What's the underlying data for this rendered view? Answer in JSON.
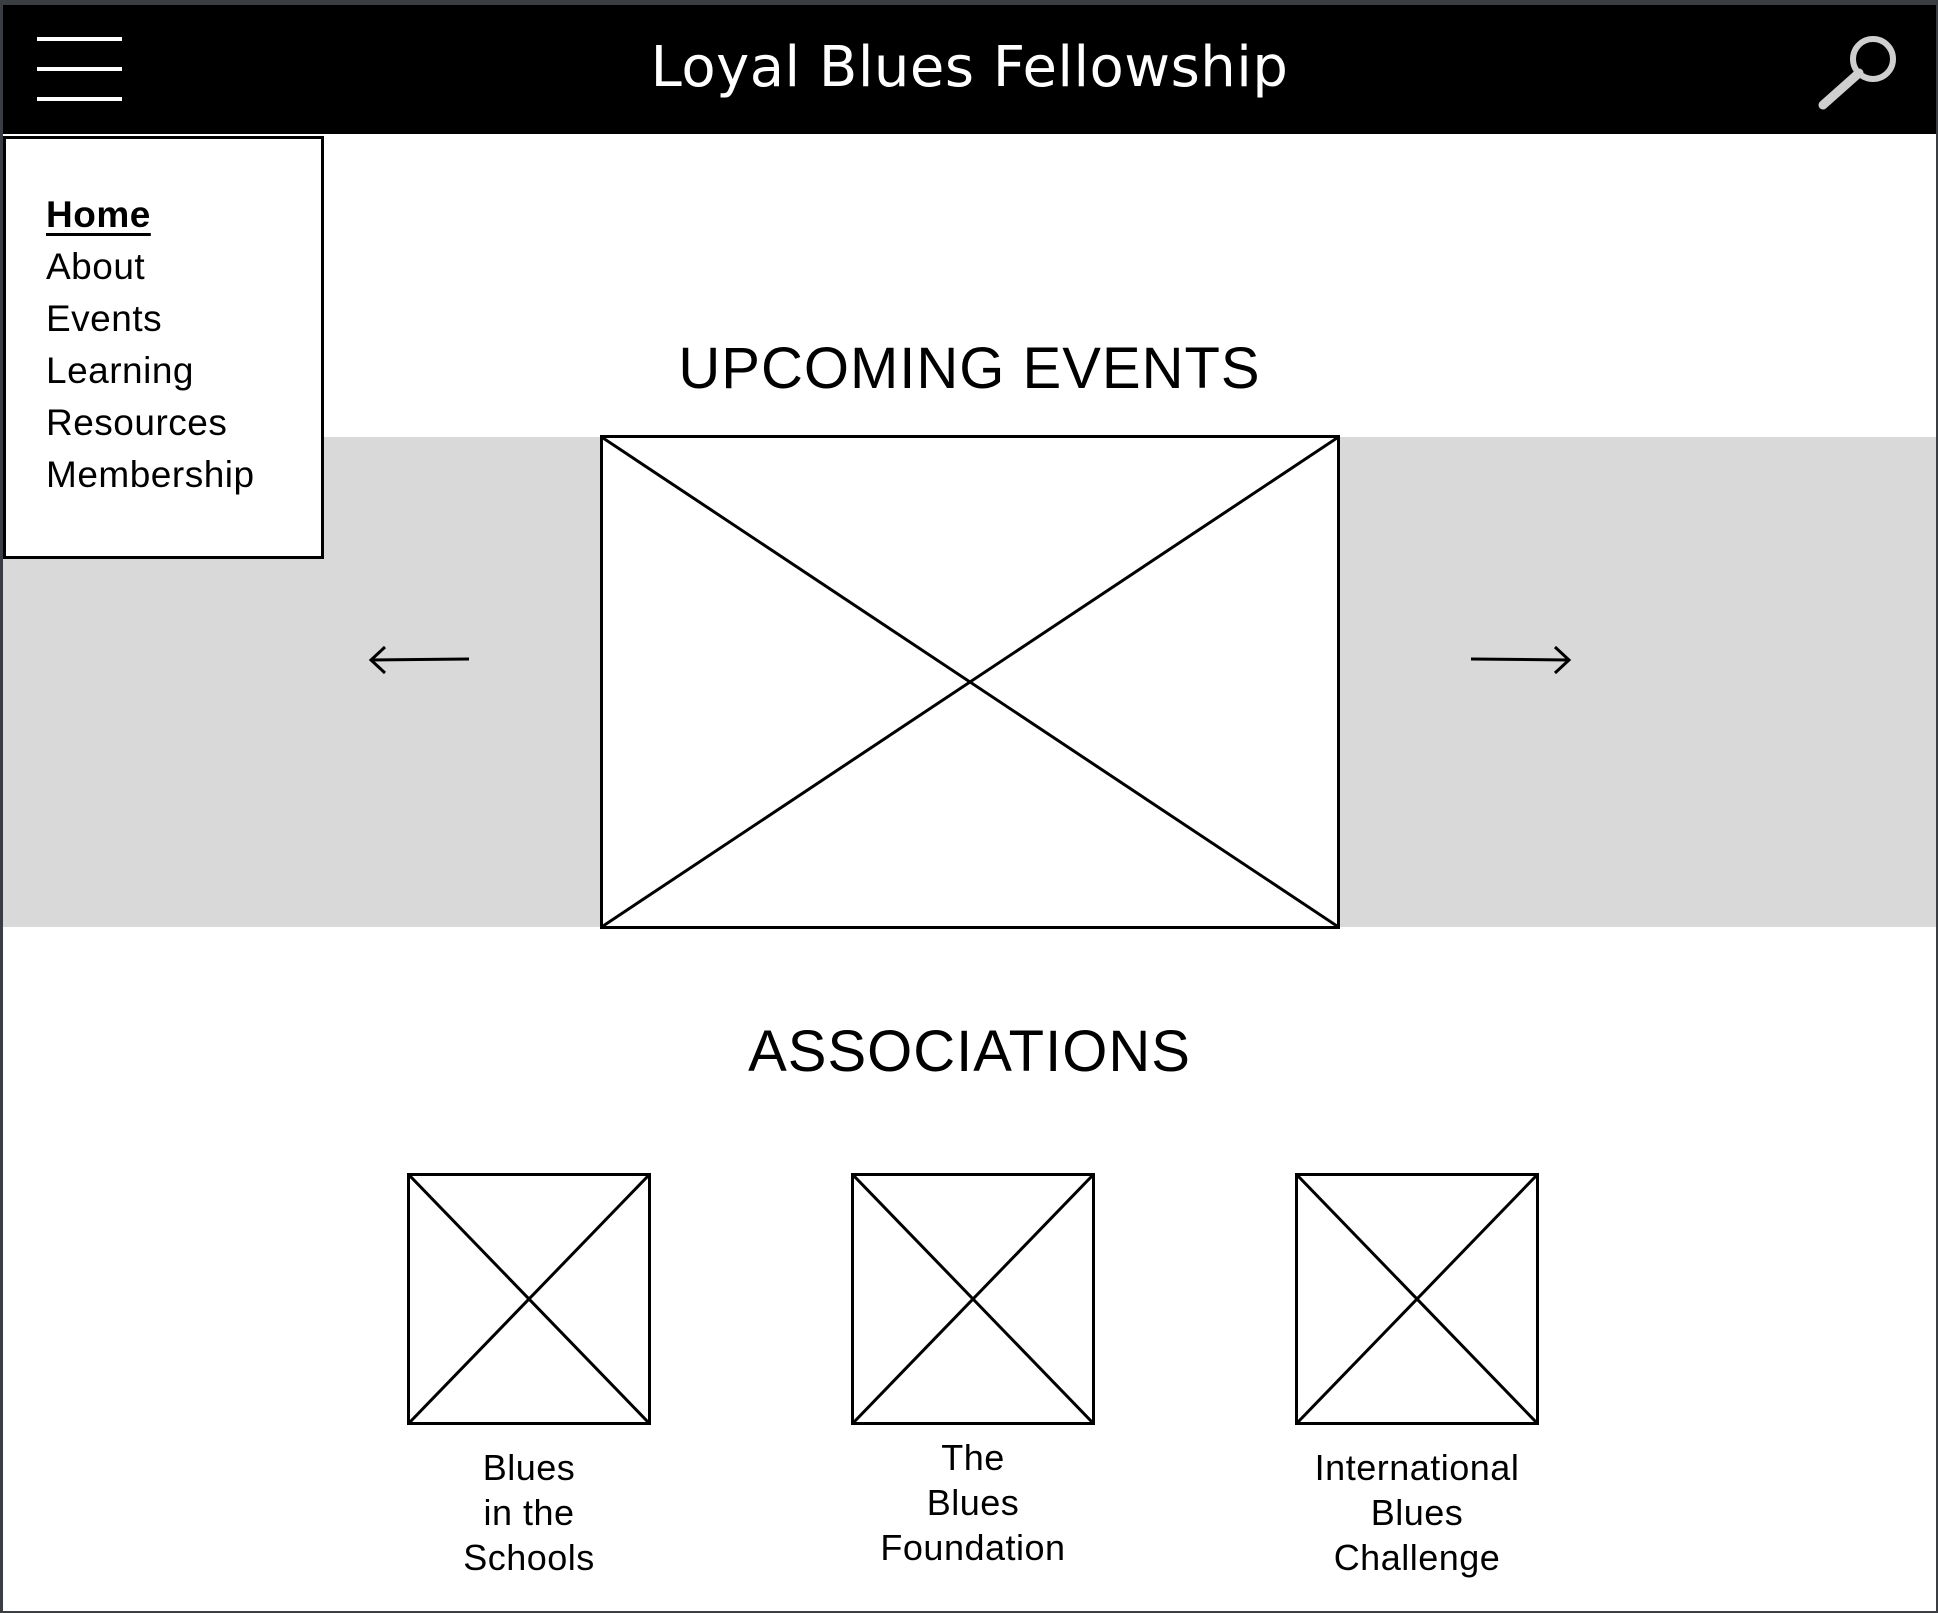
{
  "header": {
    "title": "Loyal Blues Fellowship",
    "menu_icon": "hamburger-menu-icon",
    "search_icon": "magnifier-search-icon"
  },
  "nav": {
    "items": [
      {
        "label": "Home",
        "active": true
      },
      {
        "label": "About",
        "active": false
      },
      {
        "label": "Events",
        "active": false
      },
      {
        "label": "Learning",
        "active": false
      },
      {
        "label": "Resources",
        "active": false
      },
      {
        "label": "Membership",
        "active": false
      }
    ]
  },
  "upcoming": {
    "heading": "UPCOMING EVENTS",
    "prev_icon": "arrow-left-icon",
    "next_icon": "arrow-right-icon"
  },
  "associations": {
    "heading": "ASSOCIATIONS",
    "items": [
      {
        "lines": [
          "Blues",
          "in the",
          "Schools"
        ]
      },
      {
        "lines": [
          "The",
          "Blues",
          "Foundation"
        ]
      },
      {
        "lines": [
          "International",
          "Blues",
          "Challenge"
        ]
      }
    ]
  },
  "colors": {
    "header_bg": "#000000",
    "carousel_band": "#d9d9d9",
    "page_bg": "#ffffff",
    "frame": "#3a3d42"
  }
}
